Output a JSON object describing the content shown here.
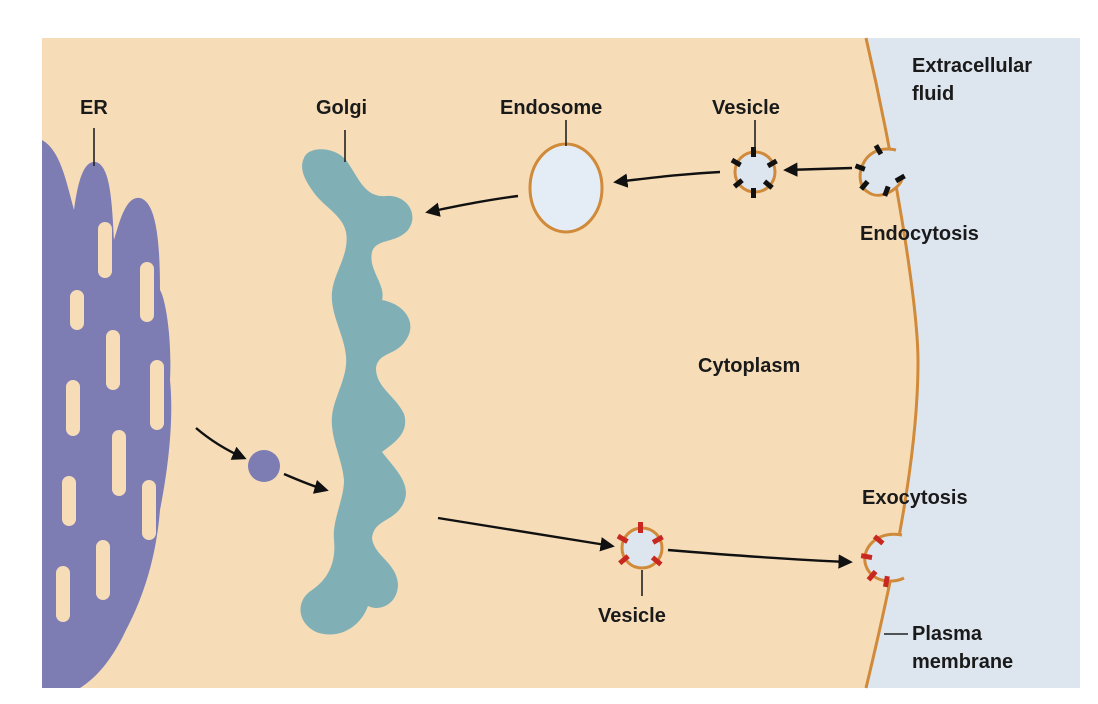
{
  "labels": {
    "er": "ER",
    "golgi": "Golgi",
    "endosome": "Endosome",
    "vesicle_top": "Vesicle",
    "extracellular_line1": "Extracellular",
    "extracellular_line2": "fluid",
    "endocytosis": "Endocytosis",
    "cytoplasm": "Cytoplasm",
    "exocytosis": "Exocytosis",
    "vesicle_bottom": "Vesicle",
    "plasma_membrane_line1": "Plasma",
    "plasma_membrane_line2": "membrane"
  },
  "colors": {
    "cytoplasm": "#f6ddb8",
    "extracellular": "#dde6ef",
    "membrane": "#d08a3a",
    "er": "#7d7cb3",
    "golgi": "#80b0b6",
    "endosome_fill": "#e4edf5",
    "exo_marker": "#c8281f",
    "endo_marker": "#111111"
  }
}
